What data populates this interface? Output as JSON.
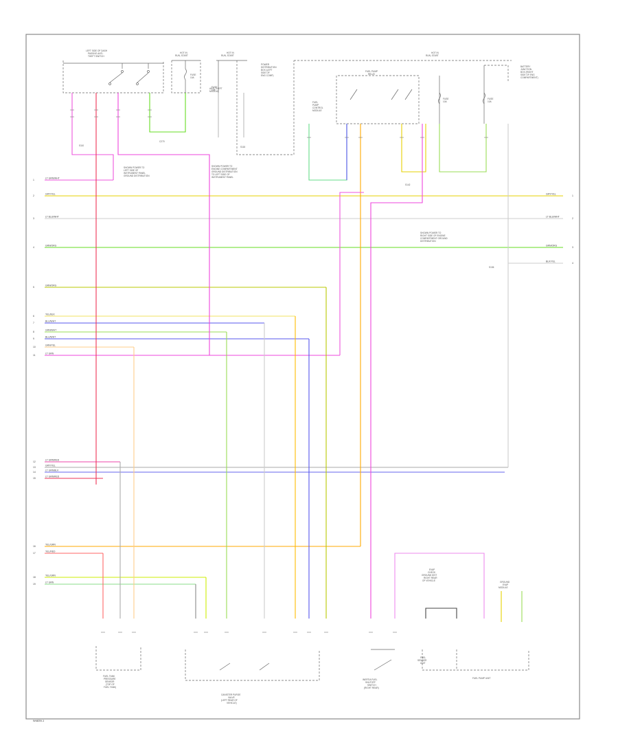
{
  "diagram_code": "W4839-1",
  "wires_left": [
    {
      "num": "1",
      "label": "LT GRN/WHT",
      "color": "#ee55dd"
    },
    {
      "num": "2",
      "label": "GRY/YEL",
      "color": "#e6d000"
    },
    {
      "num": "3",
      "label": "LT BLU/WHT",
      "color": "#dddddd"
    },
    {
      "num": "4",
      "label": "GRN/ORG",
      "color": "#66dd22"
    },
    {
      "num": "5",
      "label": "GRN/ORG",
      "color": "#b8c800"
    },
    {
      "num": "6",
      "label": "YEL/BLK",
      "color": "#f0e060"
    },
    {
      "num": "7",
      "label": "BLU/WHT",
      "color": "#5555ee"
    },
    {
      "num": "8",
      "label": "GRN/WHT",
      "color": "#99dd55"
    },
    {
      "num": "9",
      "label": "BLU/WHT",
      "color": "#5555ee"
    },
    {
      "num": "10",
      "label": "GRN/YEL",
      "color": "#ffcc88"
    },
    {
      "num": "11",
      "label": "LT GRN",
      "color": "#ee44dd"
    },
    {
      "num": "12",
      "label": "LT GRN/RED",
      "color": "#ee44aa"
    },
    {
      "num": "13",
      "label": "GRY/YEL",
      "color": "#aaaaaa"
    },
    {
      "num": "14",
      "label": "LT GRN/BLK",
      "color": "#6666ee"
    },
    {
      "num": "15",
      "label": "LT GRN/RED",
      "color": "#ee3355"
    },
    {
      "num": "16",
      "label": "YEL/GRN",
      "color": "#ffaa00"
    },
    {
      "num": "17",
      "label": "YEL/RED",
      "color": "#ff6666"
    },
    {
      "num": "18",
      "label": "YEL/GRN",
      "color": "#ccee00"
    },
    {
      "num": "19",
      "label": "LT GRN",
      "color": "#88dd88"
    }
  ],
  "wires_right": [
    {
      "num": "1",
      "label": "GRY/YEL"
    },
    {
      "num": "2",
      "label": "LT BLU/WHT"
    },
    {
      "num": "3",
      "label": "GRN/ORG"
    },
    {
      "num": "4",
      "label": "BLK/YEL"
    }
  ],
  "labels": {
    "top_left_switch": "LEFT SIDE OF DASH\nPASSIVE ANTI-\nTHEFT SWITCH",
    "hot_run_1": "HOT IN\nRUN, START",
    "hot_run_2": "HOT IN\nRUN, START",
    "hot_run_3": "HOT IN\nRUN, START",
    "fuse_1": "FUSE\n10A",
    "fuse_2": "FUSE\n10A",
    "fuse_3": "FUSE\n10A",
    "fuse_4": "FUSE\n10A",
    "power_dist": "POWER\nDISTRIBUTION\nBOX (LEFT\nSIDE OF\nENG COMP)",
    "fuel_pump_relay": "FUEL PUMP\nRELAY",
    "fuel_pump_control": "FUEL\nPUMP\nCONTROL\nMODULE",
    "battery_junction": "BATTERY\nJUNCTION\nBOX (RIGHT\nSIDE OF ENG\nCOMPARTMENT)",
    "anti_theft": "ANTI-THEFT\nMODULE",
    "splice_1": "S110",
    "splice_2": "S115",
    "splice_3": "S142",
    "splice_4": "S136",
    "ground_note_1": "SHOWN POWER TO\nLEFT SIDE OF\nINSTRUMENT PANEL\nGROUND DISTRIBUTION",
    "ground_note_2": "SHOWN POWER TO\nENGINE COMPARTMENT\nGROUND DISTRIBUTION\nTO LEFT SIDE OF\nINSTRUMENT PANEL",
    "ground_note_3": "SHOWN POWER TO\nRIGHT SIDE OF ENGINE\nCOMPARTMENT GROUND\nDISTRIBUTION",
    "evap_note": "EVAP\nCHECK\nGROUND DIST\nRIGHT REAR\nOF VEHICLE",
    "connector_c": "C270",
    "fuel_pressure_sensor": "FUEL TANK\nPRESSURE\nSENSOR\n(TOP OF\nFUEL TANK)",
    "vapor_canister": "CANISTER PURGE\nVALVE\n(LEFT REAR OF\nVEHICLE)",
    "inertia_switch": "INERTIA FUEL\nSHUTOFF\nSWITCH\n(RIGHT REAR)",
    "fuel_sender": "FUEL\nSENDER\nUNIT",
    "fuel_pump": "FUEL PUMP UNIT",
    "ground_bottom": "GROUND\nEVAP\nMODULE"
  }
}
